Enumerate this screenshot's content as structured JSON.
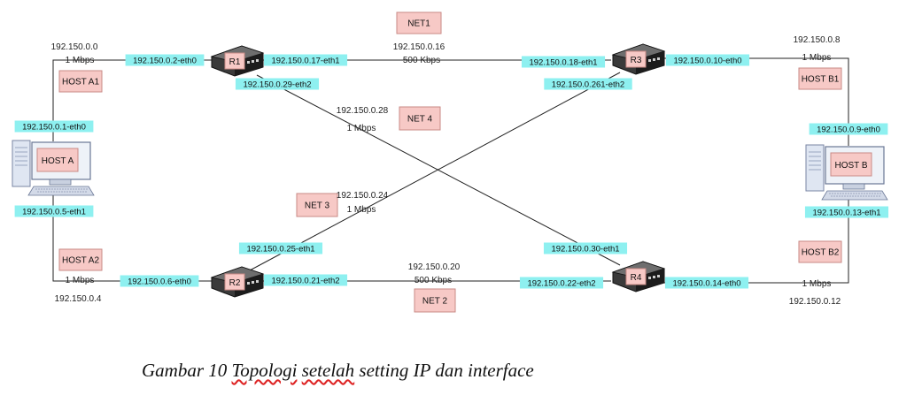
{
  "caption": {
    "prefix": "Gambar 10 ",
    "underlined_1": "Topologi",
    "between": " ",
    "underlined_2": "setelah",
    "suffix": " setting IP dan interface"
  },
  "colors": {
    "ip_highlight": "#8ef0f0",
    "label_box_fill": "#f7c9c6",
    "label_box_border": "#c98a86",
    "link_line": "#222222"
  },
  "routers": [
    {
      "id": "r1",
      "label": "R1"
    },
    {
      "id": "r2",
      "label": "R2"
    },
    {
      "id": "r3",
      "label": "R3"
    },
    {
      "id": "r4",
      "label": "R4"
    }
  ],
  "hosts": [
    {
      "id": "host-a",
      "label": "HOST A"
    },
    {
      "id": "host-b",
      "label": "HOST B"
    }
  ],
  "boxes": [
    {
      "id": "net1",
      "text": "NET1"
    },
    {
      "id": "net4",
      "text": "NET 4"
    },
    {
      "id": "net3",
      "text": "NET 3"
    },
    {
      "id": "net2",
      "text": "NET 2"
    },
    {
      "id": "host-a1",
      "text": "HOST A1"
    },
    {
      "id": "host-a2",
      "text": "HOST A2"
    },
    {
      "id": "host-b1",
      "text": "HOST B1"
    },
    {
      "id": "host-b2",
      "text": "HOST B2"
    }
  ],
  "interfaces": [
    {
      "id": "r1-eth0",
      "text": "192.150.0.2-eth0"
    },
    {
      "id": "r1-eth1",
      "text": "192.150.0.17-eth1"
    },
    {
      "id": "r1-eth2",
      "text": "192.150.0.29-eth2"
    },
    {
      "id": "r3-eth1",
      "text": "192.150.0.18-eth1"
    },
    {
      "id": "r3-eth0",
      "text": "192.150.0.10-eth0"
    },
    {
      "id": "r3-eth2",
      "text": "192.150.0.261-eth2"
    },
    {
      "id": "ha-eth0",
      "text": "192.150.0.1-eth0"
    },
    {
      "id": "ha-eth1",
      "text": "192.150.0.5-eth1"
    },
    {
      "id": "hb-eth0",
      "text": "192.150.0.9-eth0"
    },
    {
      "id": "hb-eth1",
      "text": "192.150.0.13-eth1"
    },
    {
      "id": "r2-eth1",
      "text": "192.150.0.25-eth1"
    },
    {
      "id": "r2-eth0",
      "text": "192.150.0.6-eth0"
    },
    {
      "id": "r2-eth2",
      "text": "192.150.0.21-eth2"
    },
    {
      "id": "r4-eth1",
      "text": "192.150.0.30-eth1"
    },
    {
      "id": "r4-eth2",
      "text": "192.150.0.22-eth2"
    },
    {
      "id": "r4-eth0",
      "text": "192.150.0.14-eth0"
    }
  ],
  "texts": [
    {
      "id": "net-a1-addr",
      "text": "192.150.0.0"
    },
    {
      "id": "net-a1-speed",
      "text": "1 Mbps"
    },
    {
      "id": "net1-addr",
      "text": "192.150.0.16"
    },
    {
      "id": "net1-speed",
      "text": "500 Kbps"
    },
    {
      "id": "net-b1-addr",
      "text": "192.150.0.8"
    },
    {
      "id": "net-b1-speed",
      "text": "1 Mbps"
    },
    {
      "id": "net4-addr",
      "text": "192.150.0.28"
    },
    {
      "id": "net4-speed",
      "text": "1 Mbps"
    },
    {
      "id": "net3-addr",
      "text": "192.150.0.24"
    },
    {
      "id": "net3-speed",
      "text": "1 Mbps"
    },
    {
      "id": "net2-addr",
      "text": "192.150.0.20"
    },
    {
      "id": "net2-speed",
      "text": "500 Kbps"
    },
    {
      "id": "net-a2-speed",
      "text": "1 Mbps"
    },
    {
      "id": "net-a2-addr",
      "text": "192.150.0.4"
    },
    {
      "id": "net-b2-speed",
      "text": "1 Mbps"
    },
    {
      "id": "net-b2-addr",
      "text": "192.150.0.12"
    }
  ]
}
